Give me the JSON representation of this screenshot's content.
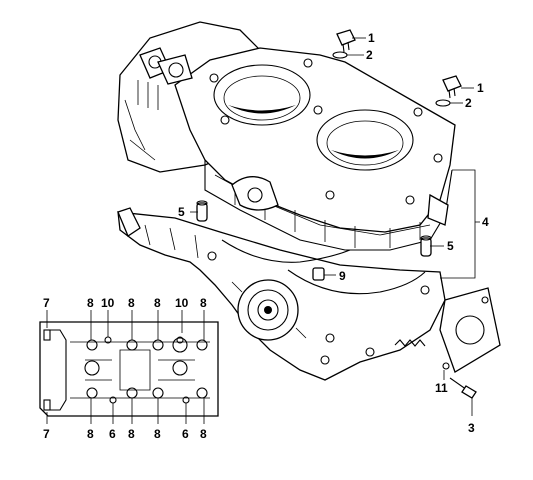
{
  "diagram": {
    "callouts": [
      {
        "id": "c1a",
        "label": "1"
      },
      {
        "id": "c2a",
        "label": "2"
      },
      {
        "id": "c1b",
        "label": "1"
      },
      {
        "id": "c2b",
        "label": "2"
      },
      {
        "id": "c4",
        "label": "4"
      },
      {
        "id": "c5a",
        "label": "5"
      },
      {
        "id": "c5b",
        "label": "5"
      },
      {
        "id": "c9",
        "label": "9"
      },
      {
        "id": "c11",
        "label": "11"
      },
      {
        "id": "c3",
        "label": "3"
      }
    ],
    "inset_top_labels": [
      "7",
      "8",
      "10",
      "8",
      "8",
      "10",
      "8"
    ],
    "inset_bottom_labels": [
      "7",
      "8",
      "8",
      "6",
      "8",
      "8",
      "6",
      "8"
    ]
  }
}
